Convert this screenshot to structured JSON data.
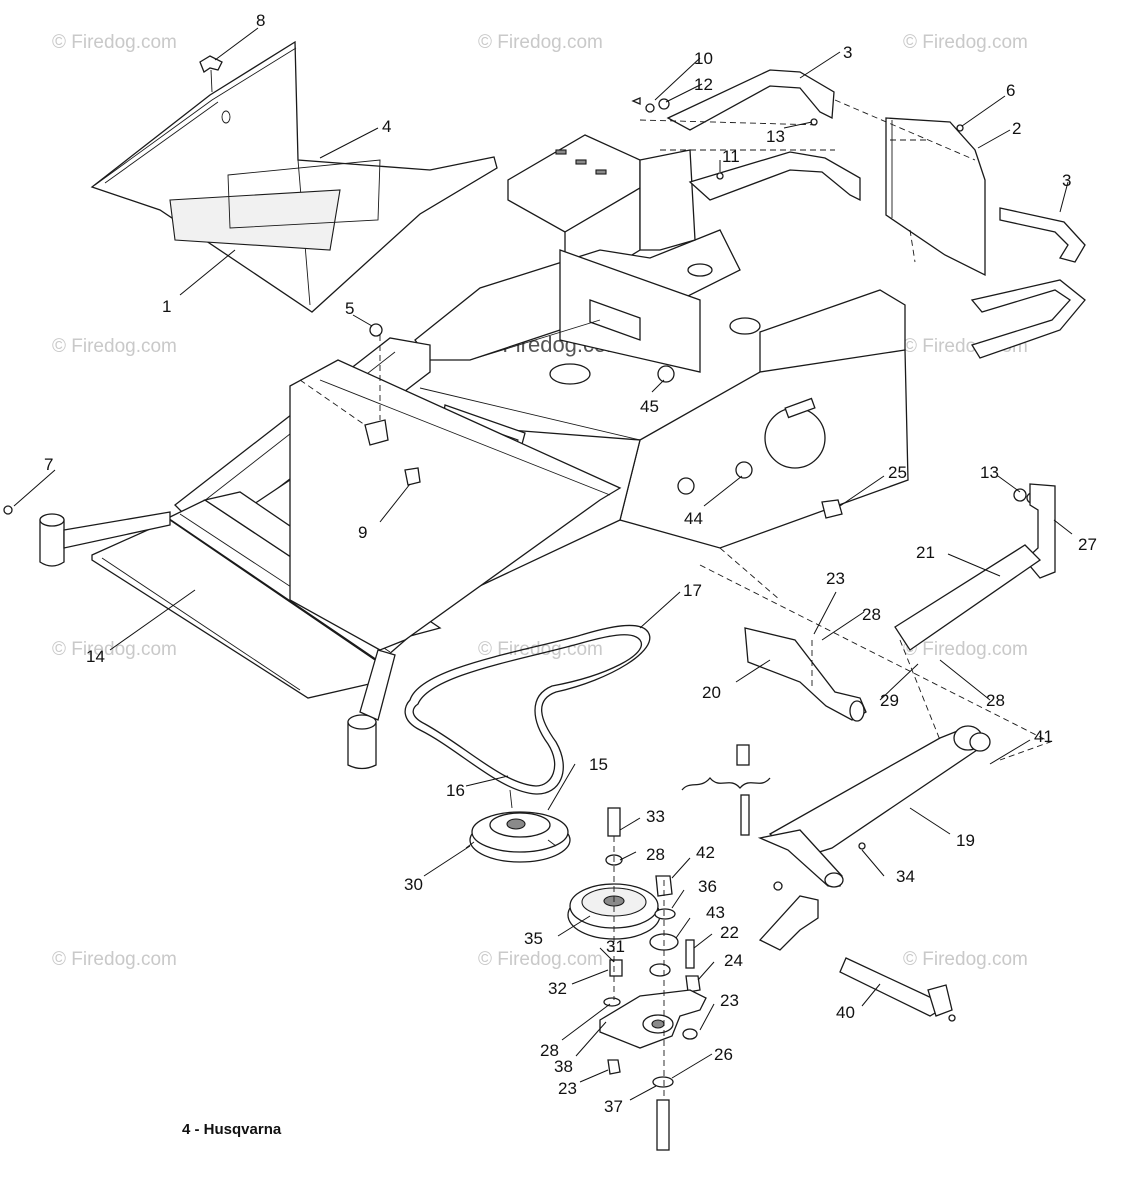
{
  "watermark": "© Firedog.com",
  "caption": "4 - Husqvarna",
  "callouts": {
    "c1": "1",
    "c2": "2",
    "c3a": "3",
    "c3b": "3",
    "c4": "4",
    "c5": "5",
    "c6": "6",
    "c7": "7",
    "c8": "8",
    "c9": "9",
    "c10": "10",
    "c11": "11",
    "c12": "12",
    "c13a": "13",
    "c13b": "13",
    "c14": "14",
    "c15": "15",
    "c16": "16",
    "c17": "17",
    "c19": "19",
    "c20": "20",
    "c21": "21",
    "c22": "22",
    "c23a": "23",
    "c23b": "23",
    "c23c": "23",
    "c24": "24",
    "c25": "25",
    "c26": "26",
    "c27": "27",
    "c28a": "28",
    "c28b": "28",
    "c28c": "28",
    "c28d": "28",
    "c29": "29",
    "c30": "30",
    "c31": "31",
    "c32": "32",
    "c33": "33",
    "c34": "34",
    "c35": "35",
    "c36": "36",
    "c37": "37",
    "c38": "38",
    "c40": "40",
    "c41": "41",
    "c42": "42",
    "c43": "43",
    "c44": "44",
    "c45": "45"
  }
}
